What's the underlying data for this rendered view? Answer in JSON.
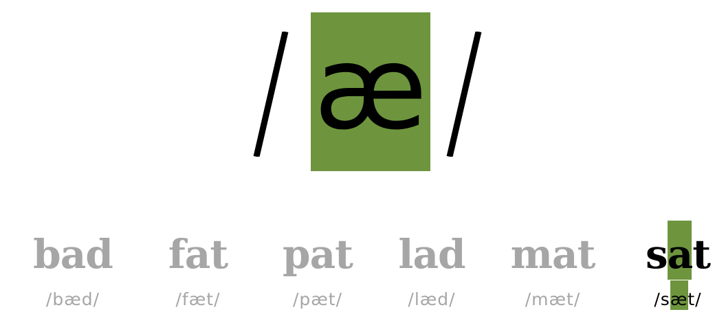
{
  "phoneme": {
    "symbol": "æ",
    "slash_left": "/",
    "slash_right": "/",
    "highlight_color": "#6e953e"
  },
  "words": [
    {
      "word": "bad",
      "ipa": "/bæd/",
      "active": false
    },
    {
      "word": "fat",
      "ipa": "/fæt/",
      "active": false
    },
    {
      "word": "pat",
      "ipa": "/pæt/",
      "active": false
    },
    {
      "word": "lad",
      "ipa": "/læd/",
      "active": false
    },
    {
      "word": "mat",
      "ipa": "/mæt/",
      "active": false
    },
    {
      "word": "sat",
      "ipa": "/sæt/",
      "active": true
    }
  ],
  "colors": {
    "inactive_text": "#a6a6a6",
    "active_text": "#000000",
    "highlight": "#6e953e"
  }
}
